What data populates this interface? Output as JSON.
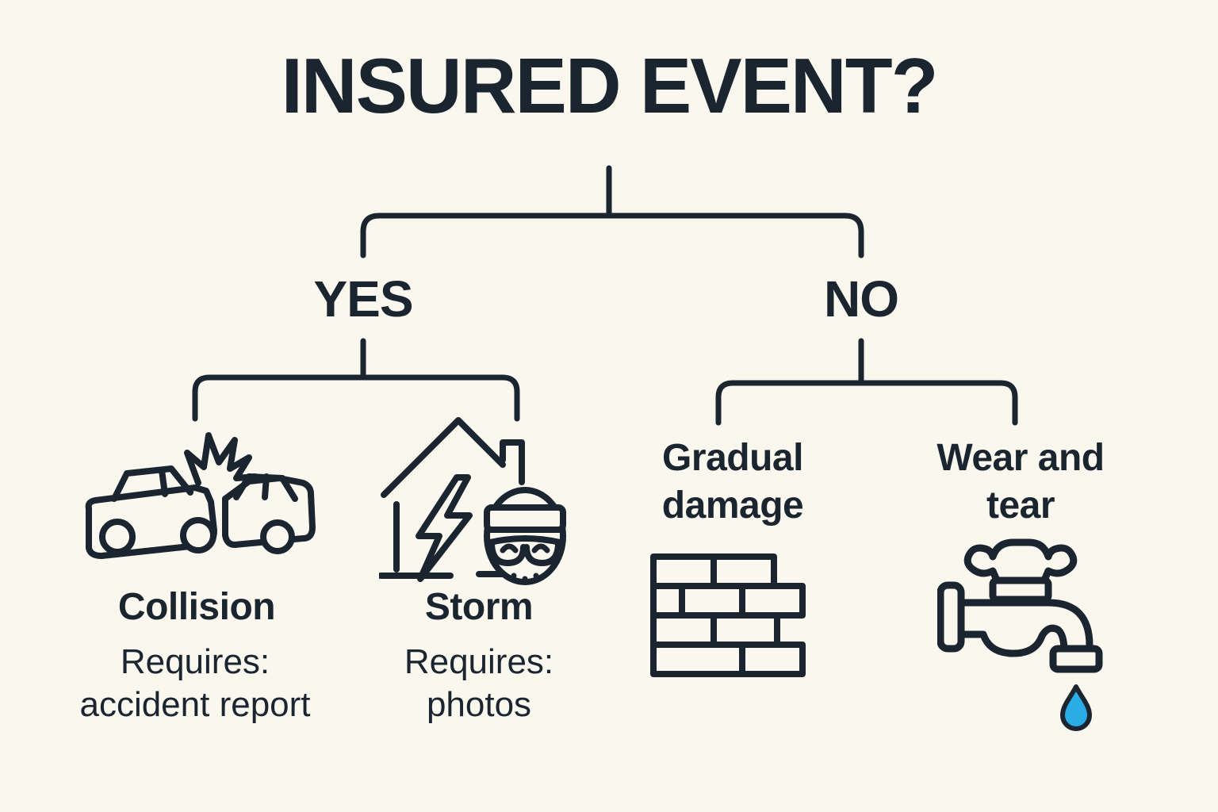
{
  "title": "INSURED EVENT?",
  "colors": {
    "background": "#faf7ef",
    "ink": "#1b2530",
    "water_blue": "#2aade6"
  },
  "tree": {
    "root_question": "INSURED EVENT?",
    "yes": {
      "label": "YES",
      "children": [
        {
          "name": "Collision",
          "icon": "car-collision-icon",
          "requires_label": "Requires:",
          "requires_value": "accident report"
        },
        {
          "name": "Storm",
          "icon": "storm-house-burglar-icon",
          "requires_label": "Requires:",
          "requires_value": "photos"
        }
      ]
    },
    "no": {
      "label": "NO",
      "children": [
        {
          "name": "Gradual damage",
          "line1": "Gradual",
          "line2": "damage",
          "icon": "brick-wall-icon"
        },
        {
          "name": "Wear and tear",
          "line1": "Wear and",
          "line2": "tear",
          "icon": "dripping-faucet-icon"
        }
      ]
    }
  }
}
